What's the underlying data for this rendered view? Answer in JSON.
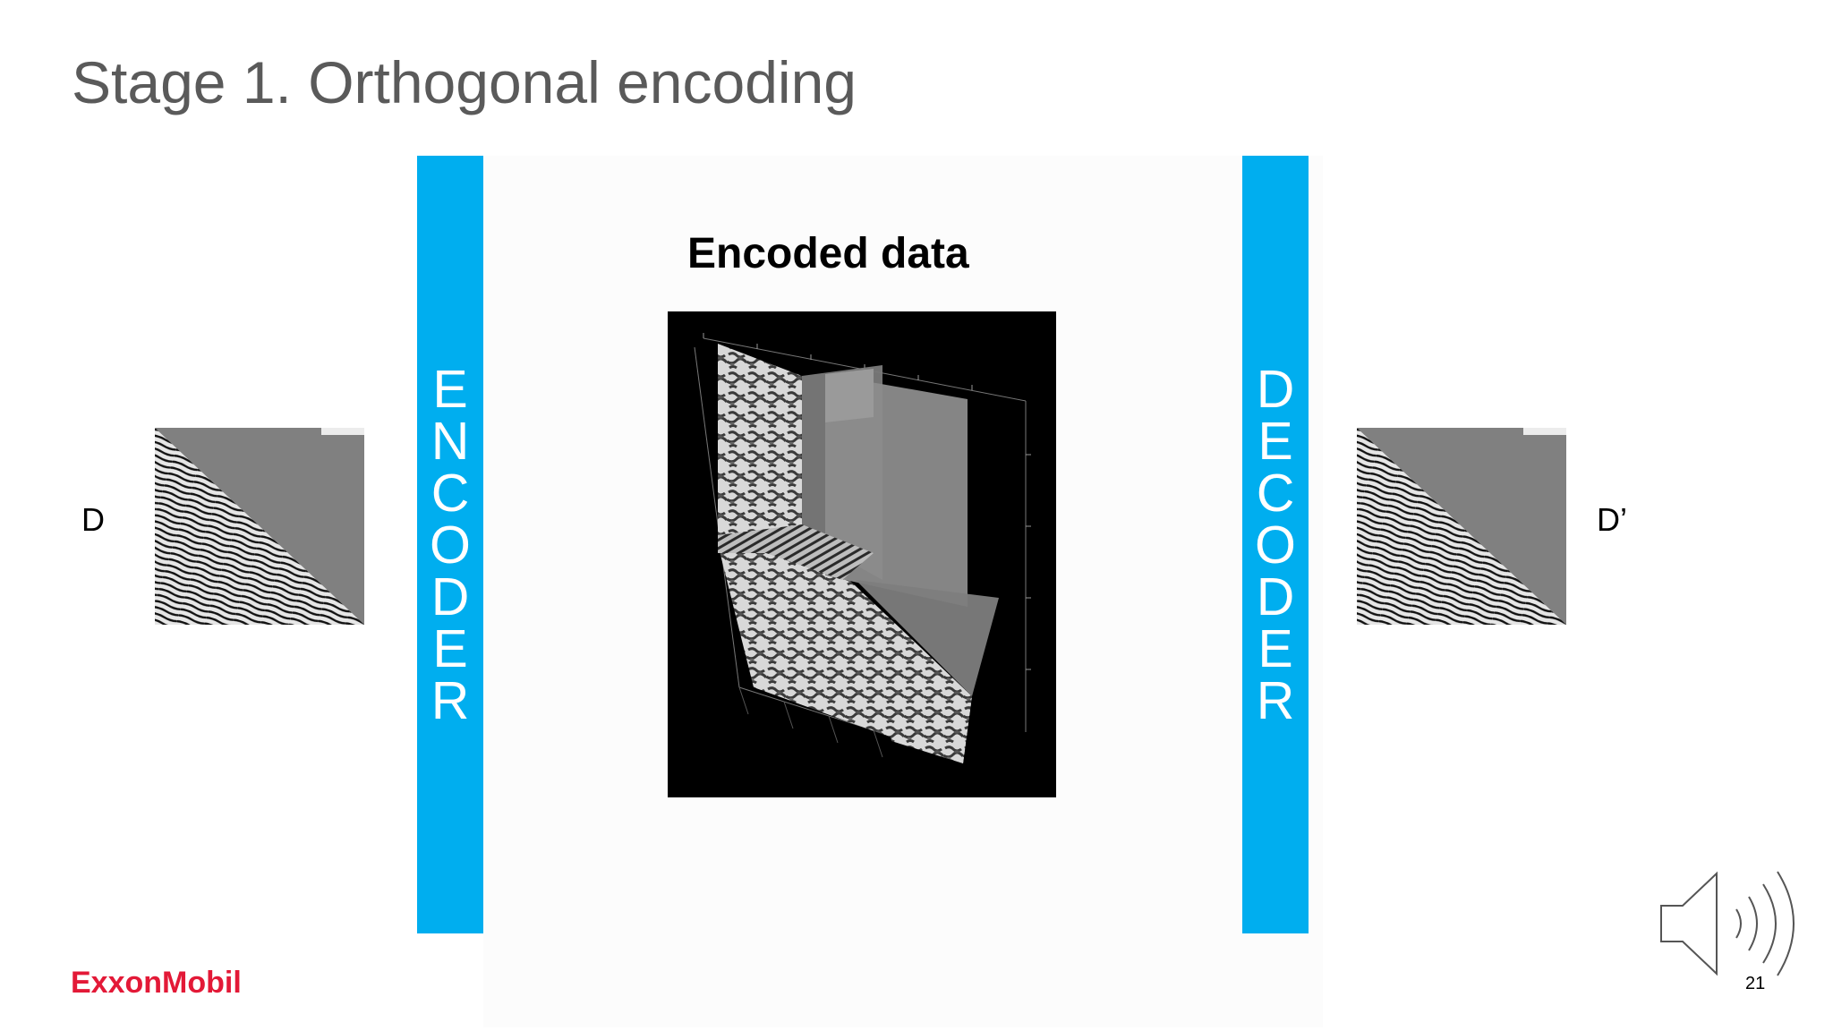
{
  "slide": {
    "title": "Stage 1. Orthogonal encoding",
    "page_number": "21"
  },
  "diagram": {
    "encoder_letters": [
      "E",
      "N",
      "C",
      "O",
      "D",
      "E",
      "R"
    ],
    "decoder_letters": [
      "D",
      "E",
      "C",
      "O",
      "D",
      "E",
      "R"
    ],
    "encoded_label": "Encoded data",
    "input_label": "D",
    "output_label": "D’"
  },
  "brand": {
    "logo_text": "ExxonMobil",
    "logo_color": "#e31937",
    "accent_color": "#00aeef"
  },
  "icons": {
    "audio": "speaker-icon"
  }
}
